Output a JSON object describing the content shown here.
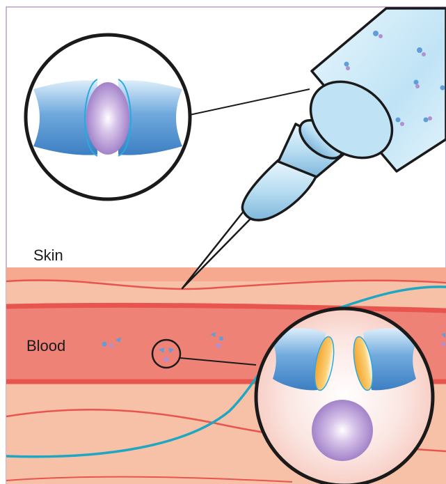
{
  "labels": {
    "skin": "Skin",
    "blood": "Blood"
  },
  "colors": {
    "frame_border": "#9b6fb0",
    "skin_tissue": "#f7c1a8",
    "skin_surface": "#f6a98f",
    "blood_vessel": "#ee8277",
    "vessel_wall": "#e8554f",
    "nerve_fiber": "#1ea6c3",
    "syringe_barrel": "#cfeaf8",
    "syringe_outline": "#000000",
    "capsule_half": "#5f9ed8",
    "cargo_sphere": "#b38fd0",
    "released_liner": "#f4a52a"
  },
  "icons": {
    "syringe": "syringe-icon",
    "magnifier_closed": "closed-capsule-zoom",
    "magnifier_open": "open-capsule-zoom"
  }
}
